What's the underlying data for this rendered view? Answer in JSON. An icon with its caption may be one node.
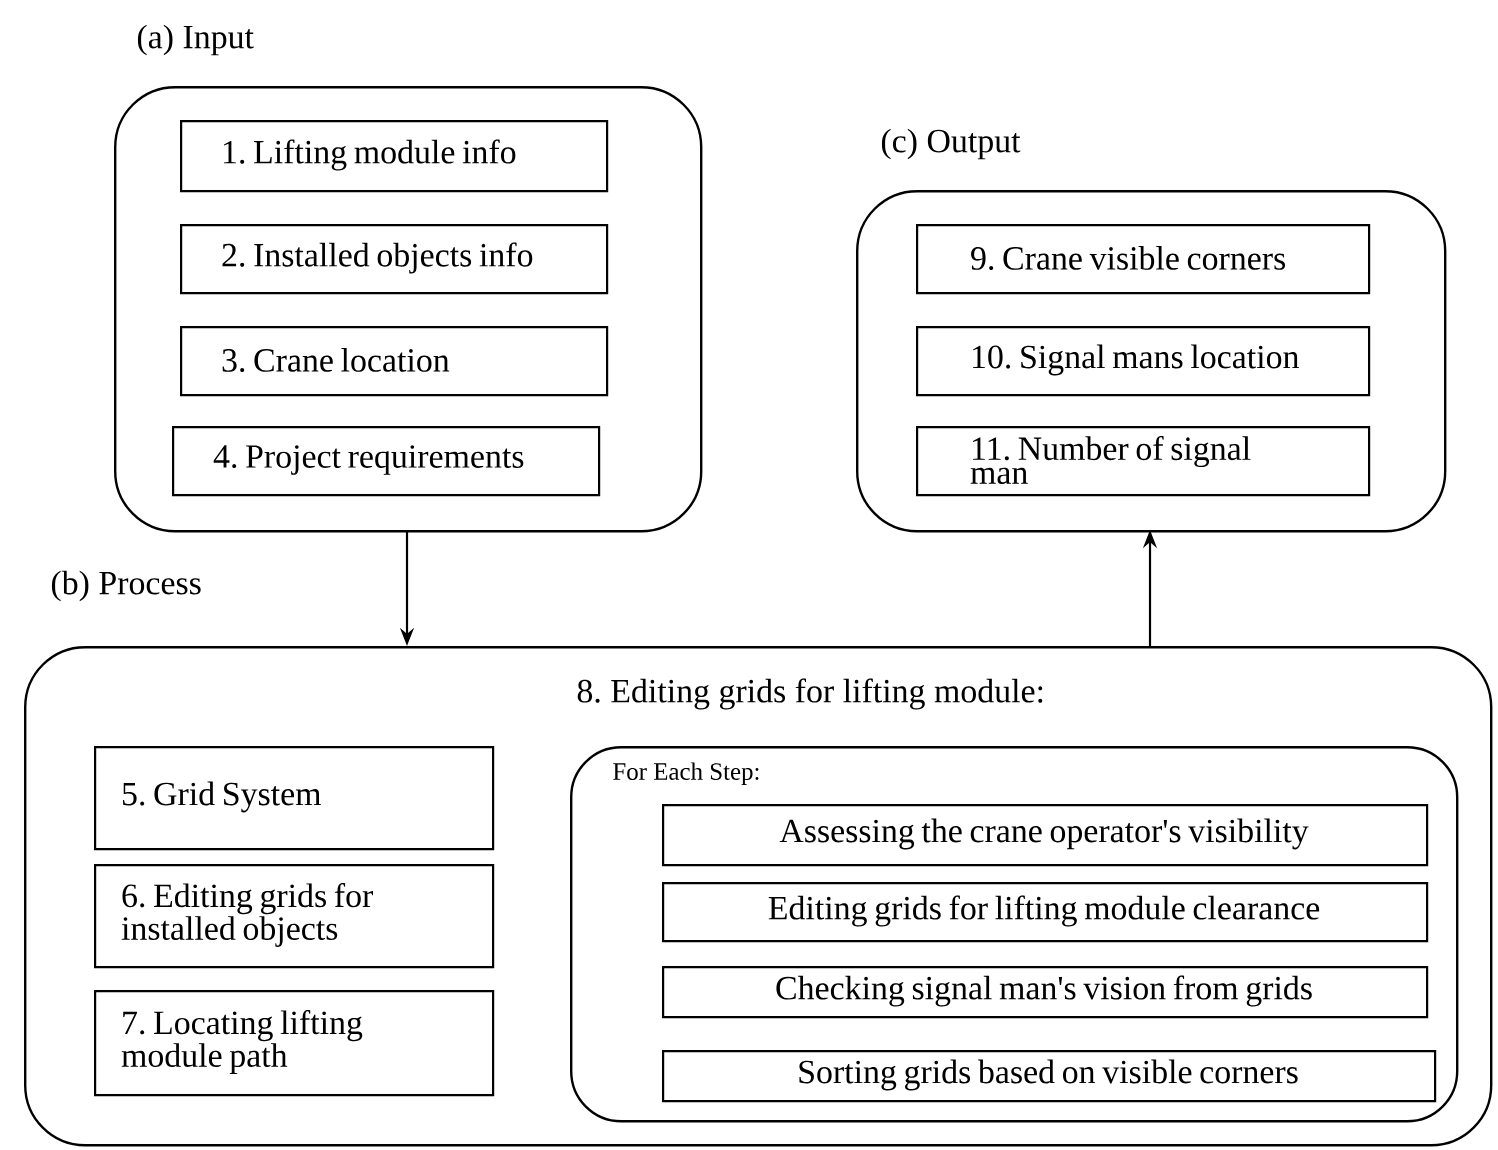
{
  "diagram": {
    "nodes": [
      {
        "text": [
          "(a) Input"
        ]
      },
      {
        "text": [
          "1. Lifting module info"
        ],
        "in": 0
      },
      {
        "text": [
          "2. Installed objects info"
        ],
        "in": 0
      },
      {
        "text": [
          "3. Crane location"
        ],
        "in": 0
      },
      {
        "text": [
          "4. Project requirements"
        ],
        "in": 0
      },
      {
        "text": [
          "(c) Output"
        ]
      },
      {
        "text": [
          "9. Crane visible corners"
        ],
        "in": 5
      },
      {
        "text": [
          "10. Signal mans location"
        ],
        "in": 5
      },
      {
        "text": [
          "11. Number of signal man"
        ],
        "in": 5
      },
      {
        "text": [
          "(b) Process"
        ]
      },
      {
        "text": [
          "5. Grid System"
        ],
        "in": 9
      },
      {
        "text": [
          "6. Editing grids for installed objects"
        ],
        "in": 9
      },
      {
        "text": [
          "7. Locating lifting module path"
        ],
        "in": 9
      },
      {
        "text": [
          "8. Editing grids for lifting module:",
          "For Each Step:"
        ],
        "in": 9
      },
      {
        "text": [
          "Assessing the crane operator's visibility"
        ],
        "in": 13
      },
      {
        "text": [
          "Editing grids for lifting module clearance"
        ],
        "in": 13
      },
      {
        "text": [
          "Checking signal man's vision from grids"
        ],
        "in": 13
      },
      {
        "text": [
          "Sorting grids based on visible corners"
        ],
        "in": 13
      }
    ],
    "edges": [
      {
        "from": 0,
        "to": 9,
        "arrow": "to"
      },
      {
        "from": 9,
        "to": 5,
        "arrow": "to"
      }
    ]
  }
}
